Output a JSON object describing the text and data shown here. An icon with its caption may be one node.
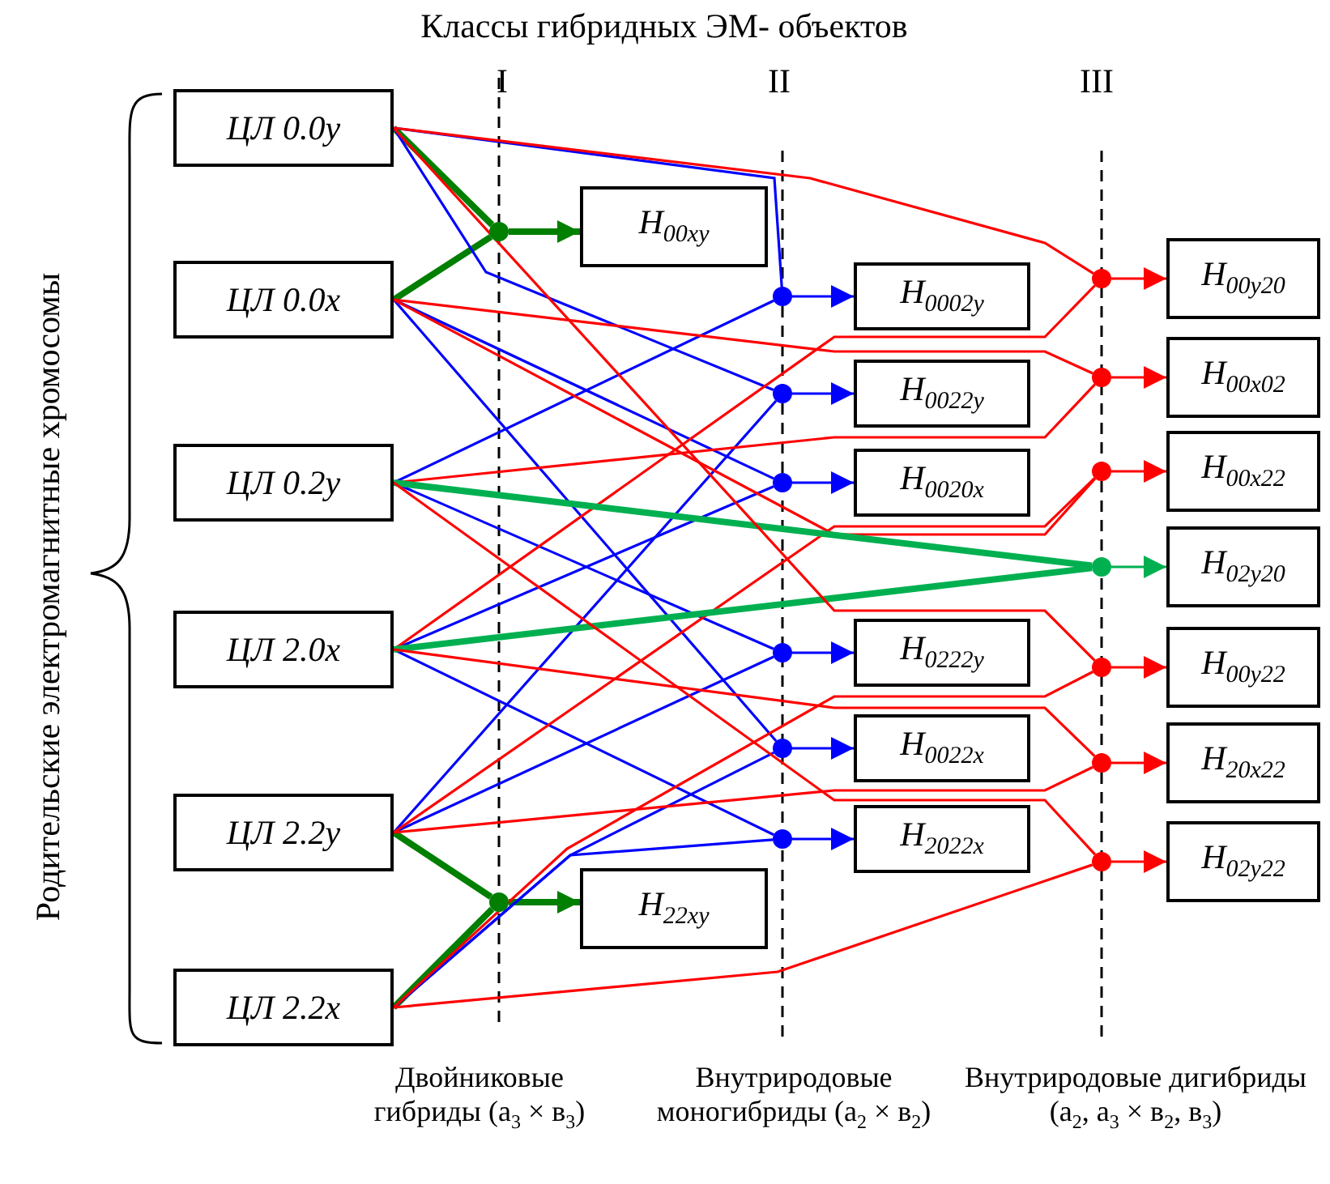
{
  "diagram": {
    "title": "Классы гибридных ЭМ- объектов",
    "nodes": [
      {
        "text": [
          "ЦЛ 0.0y"
        ]
      },
      {
        "text": [
          "ЦЛ 0.0x"
        ]
      },
      {
        "text": [
          "ЦЛ 0.2y"
        ]
      },
      {
        "text": [
          "ЦЛ 2.0x"
        ]
      },
      {
        "text": [
          "ЦЛ 2.2y"
        ]
      },
      {
        "text": [
          "ЦЛ 2.2x"
        ]
      },
      {
        "text": [],
        "shape": "circle"
      },
      {
        "text": [
          "H$_{00xy}$"
        ]
      },
      {
        "text": [],
        "shape": "circle"
      },
      {
        "text": [
          "H$_{22xy}$"
        ]
      },
      {
        "text": [],
        "shape": "circle"
      },
      {
        "text": [],
        "shape": "circle"
      },
      {
        "text": [],
        "shape": "circle"
      },
      {
        "text": [],
        "shape": "circle"
      },
      {
        "text": [],
        "shape": "circle"
      },
      {
        "text": [],
        "shape": "circle"
      },
      {
        "text": [
          "H$_{0002y}$"
        ]
      },
      {
        "text": [
          "H$_{0022y}$"
        ]
      },
      {
        "text": [
          "H$_{0020x}$"
        ]
      },
      {
        "text": [
          "H$_{0222y}$"
        ]
      },
      {
        "text": [
          "H$_{0022x}$"
        ]
      },
      {
        "text": [
          "H$_{2022x}$"
        ]
      },
      {
        "text": [],
        "shape": "circle"
      },
      {
        "text": [],
        "shape": "circle"
      },
      {
        "text": [],
        "shape": "circle"
      },
      {
        "text": [],
        "shape": "circle"
      },
      {
        "text": [],
        "shape": "circle"
      },
      {
        "text": [],
        "shape": "circle"
      },
      {
        "text": [],
        "shape": "circle"
      },
      {
        "text": [
          "H$_{00y20}$"
        ]
      },
      {
        "text": [
          "H$_{00x02}$"
        ]
      },
      {
        "text": [
          "H$_{00x22}$"
        ]
      },
      {
        "text": [
          "H$_{02y20}$"
        ]
      },
      {
        "text": [
          "H$_{00y22}$"
        ]
      },
      {
        "text": [
          "H$_{20x22}$"
        ]
      },
      {
        "text": [
          "H$_{02y22}$"
        ]
      }
    ],
    "edges": [
      {
        "from": 0,
        "to": 6,
        "arrow": "none",
        "style": "thick",
        "color": "#007f00"
      },
      {
        "from": 1,
        "to": 6,
        "arrow": "none",
        "style": "thick",
        "color": "#007f00"
      },
      {
        "from": 6,
        "to": 7,
        "arrow": "to",
        "style": "thick",
        "color": "#007f00"
      },
      {
        "from": 4,
        "to": 8,
        "arrow": "none",
        "style": "thick",
        "color": "#007f00"
      },
      {
        "from": 5,
        "to": 8,
        "arrow": "none",
        "style": "thick",
        "color": "#007f00"
      },
      {
        "from": 8,
        "to": 9,
        "arrow": "to",
        "style": "thick",
        "color": "#007f00"
      },
      {
        "from": 0,
        "to": 10,
        "arrow": "none",
        "color": "#0000ff"
      },
      {
        "from": 2,
        "to": 10,
        "arrow": "none",
        "color": "#0000ff"
      },
      {
        "from": 0,
        "to": 11,
        "arrow": "none",
        "color": "#0000ff"
      },
      {
        "from": 4,
        "to": 11,
        "arrow": "none",
        "color": "#0000ff"
      },
      {
        "from": 1,
        "to": 12,
        "arrow": "none",
        "color": "#0000ff"
      },
      {
        "from": 3,
        "to": 12,
        "arrow": "none",
        "color": "#0000ff"
      },
      {
        "from": 2,
        "to": 13,
        "arrow": "none",
        "color": "#0000ff"
      },
      {
        "from": 4,
        "to": 13,
        "arrow": "none",
        "color": "#0000ff"
      },
      {
        "from": 1,
        "to": 14,
        "arrow": "none",
        "color": "#0000ff"
      },
      {
        "from": 5,
        "to": 14,
        "arrow": "none",
        "color": "#0000ff"
      },
      {
        "from": 3,
        "to": 15,
        "arrow": "none",
        "color": "#0000ff"
      },
      {
        "from": 5,
        "to": 15,
        "arrow": "none",
        "color": "#0000ff"
      },
      {
        "from": 10,
        "to": 16,
        "arrow": "to",
        "color": "#0000ff"
      },
      {
        "from": 11,
        "to": 17,
        "arrow": "to",
        "color": "#0000ff"
      },
      {
        "from": 12,
        "to": 18,
        "arrow": "to",
        "color": "#0000ff"
      },
      {
        "from": 13,
        "to": 19,
        "arrow": "to",
        "color": "#0000ff"
      },
      {
        "from": 14,
        "to": 20,
        "arrow": "to",
        "color": "#0000ff"
      },
      {
        "from": 15,
        "to": 21,
        "arrow": "to",
        "color": "#0000ff"
      },
      {
        "from": 0,
        "to": 22,
        "arrow": "none",
        "color": "#ff0000"
      },
      {
        "from": 3,
        "to": 22,
        "arrow": "none",
        "color": "#ff0000"
      },
      {
        "from": 1,
        "to": 23,
        "arrow": "none",
        "color": "#ff0000"
      },
      {
        "from": 2,
        "to": 23,
        "arrow": "none",
        "color": "#ff0000"
      },
      {
        "from": 1,
        "to": 24,
        "arrow": "none",
        "color": "#ff0000"
      },
      {
        "from": 4,
        "to": 24,
        "arrow": "none",
        "color": "#ff0000"
      },
      {
        "from": 2,
        "to": 25,
        "arrow": "none",
        "style": "thick",
        "color": "#00b050"
      },
      {
        "from": 3,
        "to": 25,
        "arrow": "none",
        "style": "thick",
        "color": "#00b050"
      },
      {
        "from": 0,
        "to": 26,
        "arrow": "none",
        "color": "#ff0000"
      },
      {
        "from": 5,
        "to": 26,
        "arrow": "none",
        "color": "#ff0000"
      },
      {
        "from": 3,
        "to": 27,
        "arrow": "none",
        "color": "#ff0000"
      },
      {
        "from": 4,
        "to": 27,
        "arrow": "none",
        "color": "#ff0000"
      },
      {
        "from": 2,
        "to": 28,
        "arrow": "none",
        "color": "#ff0000"
      },
      {
        "from": 5,
        "to": 28,
        "arrow": "none",
        "color": "#ff0000"
      },
      {
        "from": 22,
        "to": 29,
        "arrow": "to",
        "color": "#ff0000"
      },
      {
        "from": 23,
        "to": 30,
        "arrow": "to",
        "color": "#ff0000"
      },
      {
        "from": 24,
        "to": 31,
        "arrow": "to",
        "color": "#ff0000"
      },
      {
        "from": 25,
        "to": 32,
        "arrow": "to",
        "color": "#00b050"
      },
      {
        "from": 26,
        "to": 33,
        "arrow": "to",
        "color": "#ff0000"
      },
      {
        "from": 27,
        "to": 34,
        "arrow": "to",
        "color": "#ff0000"
      },
      {
        "from": 28,
        "to": 35,
        "arrow": "to",
        "color": "#ff0000"
      }
    ],
    "labels": [
      "I",
      "II",
      "III",
      "Родительские электромагнитные хромосомы",
      "Двойниковые гибриды (а$_{3}$ × в$_{3}$)",
      "Внутриродовые моногибриды (а$_{2}$ × в$_{2}$)",
      "Внутриродовые дигибриды (а$_{2}$, а$_{3}$ × в$_{2}$, в$_{3}$)"
    ]
  }
}
